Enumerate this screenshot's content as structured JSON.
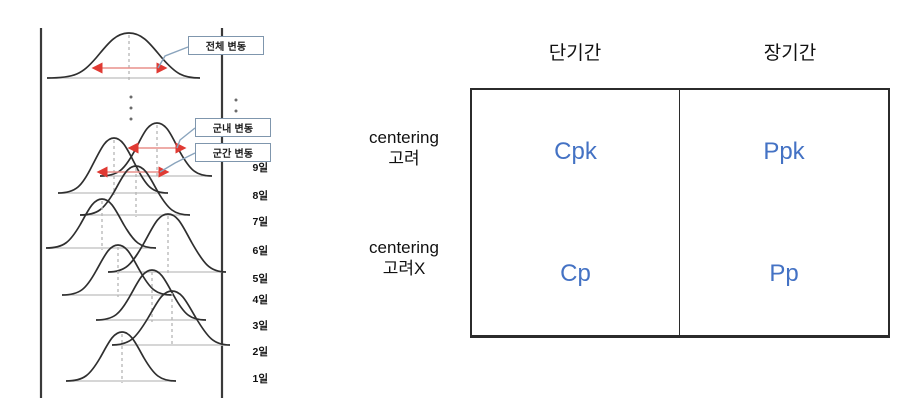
{
  "figure": {
    "diagram": {
      "callouts": [
        {
          "id": "total",
          "label": "전체 변동"
        },
        {
          "id": "within",
          "label": "군내 변동"
        },
        {
          "id": "between",
          "label": "군간 변동"
        }
      ],
      "day_labels": [
        "9일",
        "8일",
        "7일",
        "6일",
        "5일",
        "4일",
        "3일",
        "2일",
        "1일"
      ],
      "ellipsis": "⋮",
      "colors": {
        "curve": "#2f2f2f",
        "baseline": "#c9c9c9",
        "center_dash": "#b5b5b5",
        "arrow": "#e03a33",
        "arrow_line": "#e8908b",
        "axis": "#3a3a3a",
        "leader": "#8aa4bd",
        "callout_border": "#7f96ad"
      }
    },
    "table": {
      "column_headers": [
        "단기간",
        "장기간"
      ],
      "row_headers": [
        {
          "line1": "centering",
          "line2": "고려"
        },
        {
          "line1": "centering",
          "line2": "고려X"
        }
      ],
      "cells": [
        [
          "Cpk",
          "Ppk"
        ],
        [
          "Cp",
          "Pp"
        ]
      ],
      "value_color": "#4472c4",
      "border_color": "#2b2b2b"
    }
  }
}
